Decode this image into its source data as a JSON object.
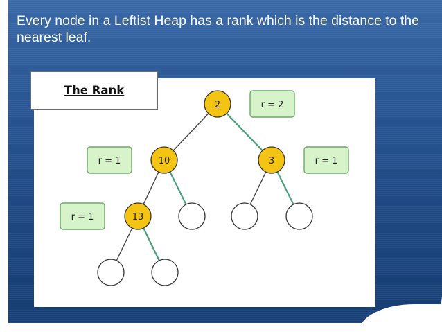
{
  "headline": "Every node in a Leftist Heap has a rank which is the distance to the nearest leaf.",
  "title": "The Rank",
  "colors": {
    "node_fill": "#f4c414",
    "empty_fill": "#ffffff",
    "rank_fill": "#d7f3c9",
    "rank_border": "#6ca86a",
    "left_edge": "#444444",
    "right_edge": "#48a07a"
  },
  "tree": {
    "nodes": [
      {
        "id": "n2",
        "label": "2",
        "filled": true
      },
      {
        "id": "n10",
        "label": "10",
        "filled": true
      },
      {
        "id": "n3",
        "label": "3",
        "filled": true
      },
      {
        "id": "n13",
        "label": "13",
        "filled": true
      },
      {
        "id": "e1",
        "label": "",
        "filled": false
      },
      {
        "id": "e2",
        "label": "",
        "filled": false
      },
      {
        "id": "e3",
        "label": "",
        "filled": false
      },
      {
        "id": "e4",
        "label": "",
        "filled": false
      },
      {
        "id": "e5",
        "label": "",
        "filled": false
      }
    ],
    "edges": [
      {
        "from": "n2",
        "to": "n10",
        "side": "left"
      },
      {
        "from": "n2",
        "to": "n3",
        "side": "right"
      },
      {
        "from": "n10",
        "to": "n13",
        "side": "left"
      },
      {
        "from": "n10",
        "to": "e1",
        "side": "right"
      },
      {
        "from": "n3",
        "to": "e2",
        "side": "left"
      },
      {
        "from": "n3",
        "to": "e3",
        "side": "right"
      },
      {
        "from": "n13",
        "to": "e4",
        "side": "left"
      },
      {
        "from": "n13",
        "to": "e5",
        "side": "right"
      }
    ],
    "ranks": [
      {
        "label": "r = 2"
      },
      {
        "label": "r = 1"
      },
      {
        "label": "r = 1"
      },
      {
        "label": "r = 1"
      }
    ]
  }
}
